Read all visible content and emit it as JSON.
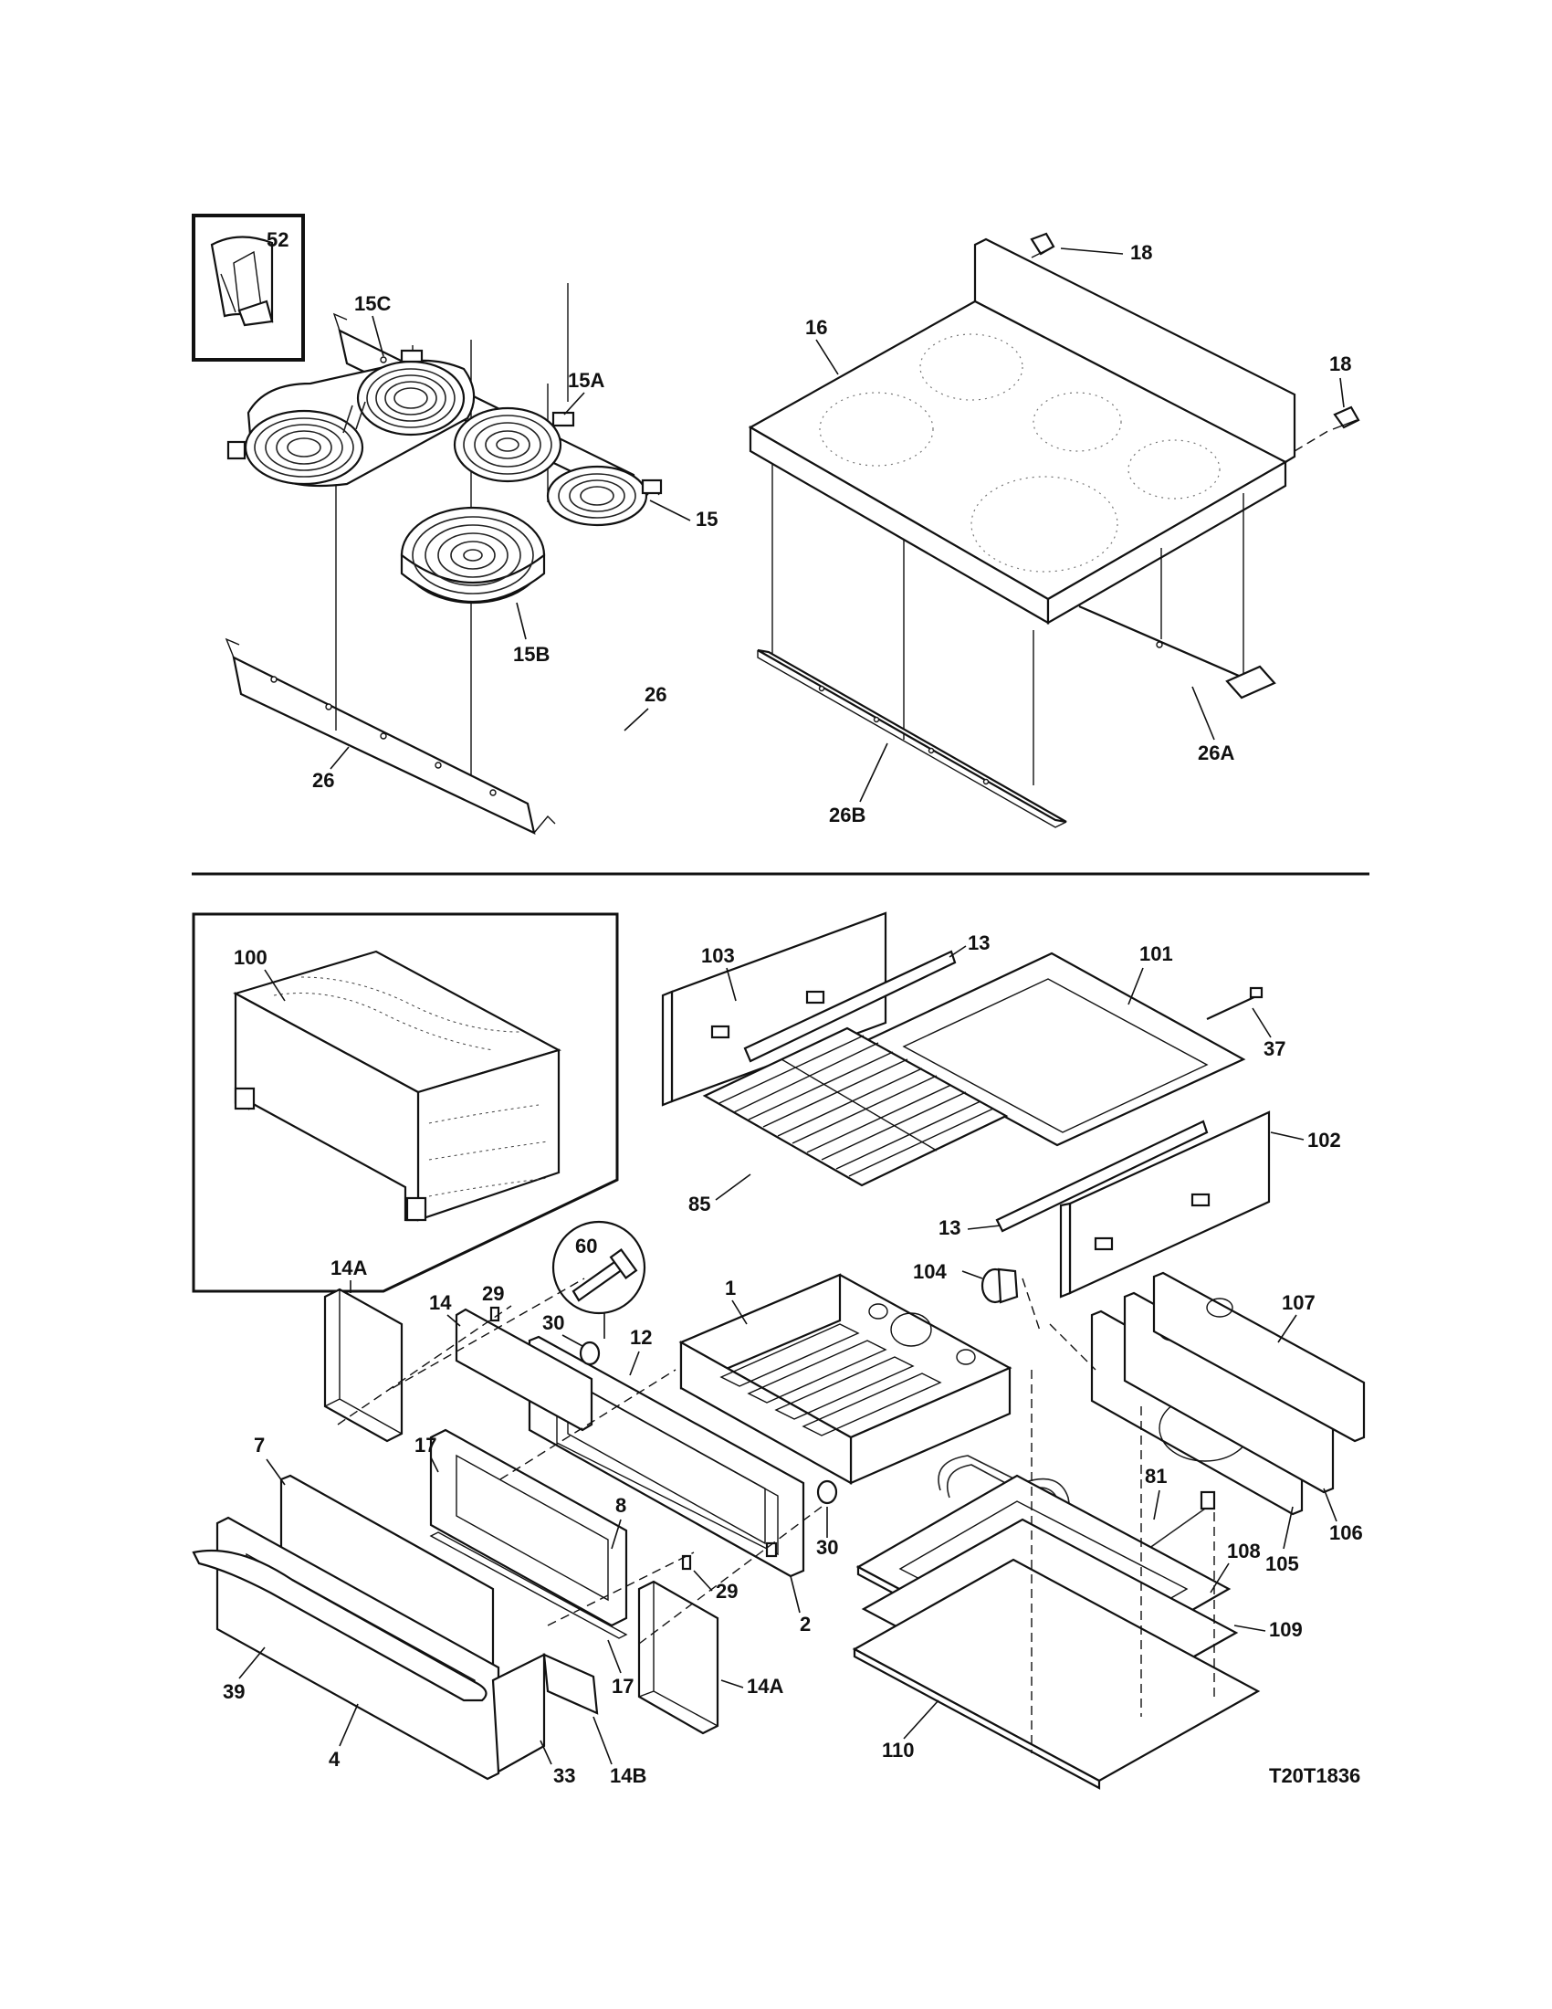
{
  "diagram": {
    "reference_code": "T20T1836",
    "callouts": {
      "c52": "52",
      "c15C": "15C",
      "c15A": "15A",
      "c15": "15",
      "c15B": "15B",
      "c26_right": "26",
      "c26_left": "26",
      "c18_top": "18",
      "c18_side": "18",
      "c16": "16",
      "c26A": "26A",
      "c26B": "26B",
      "c100": "100",
      "c103": "103",
      "c13_top": "13",
      "c101": "101",
      "c37": "37",
      "c102": "102",
      "c85": "85",
      "c13_bottom": "13",
      "c60": "60",
      "c104": "104",
      "c1": "1",
      "c12": "12",
      "c30_top": "30",
      "c29_top": "29",
      "c14A_top": "14A",
      "c14": "14",
      "c7": "7",
      "c17_top": "17",
      "c8": "8",
      "c30_bottom": "30",
      "c29_bottom": "29",
      "c2": "2",
      "c107": "107",
      "c81": "81",
      "c106": "106",
      "c105": "105",
      "c108": "108",
      "c109": "109",
      "c110": "110",
      "c14A_bottom": "14A",
      "c17_bottom": "17",
      "c39": "39",
      "c4": "4",
      "c33": "33",
      "c14B": "14B"
    }
  }
}
